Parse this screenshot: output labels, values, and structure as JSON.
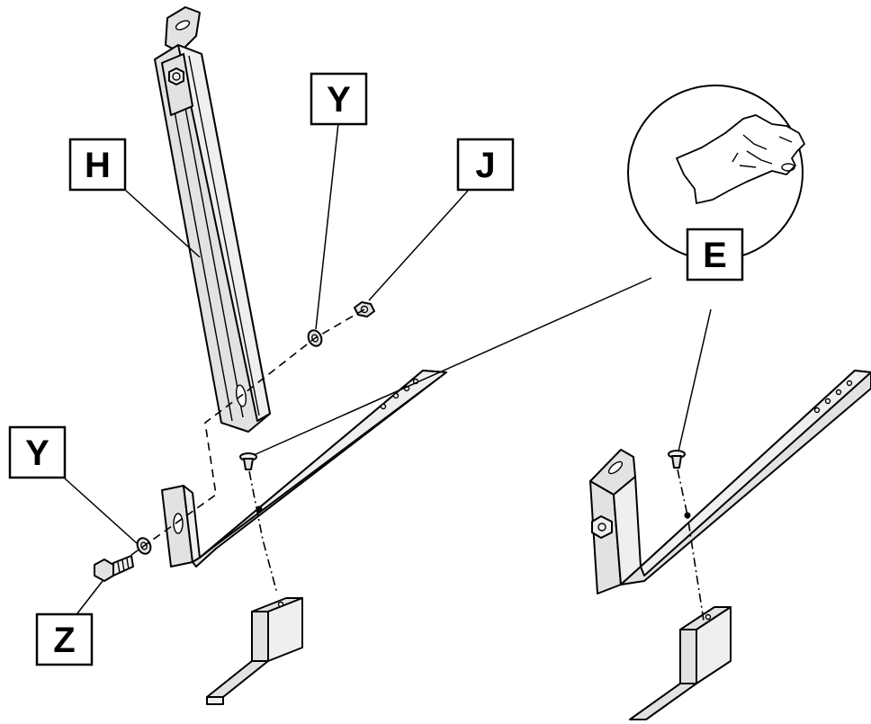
{
  "labels": {
    "h": "H",
    "y_top": "Y",
    "j": "J",
    "e": "E",
    "y_left": "Y",
    "z": "Z"
  }
}
